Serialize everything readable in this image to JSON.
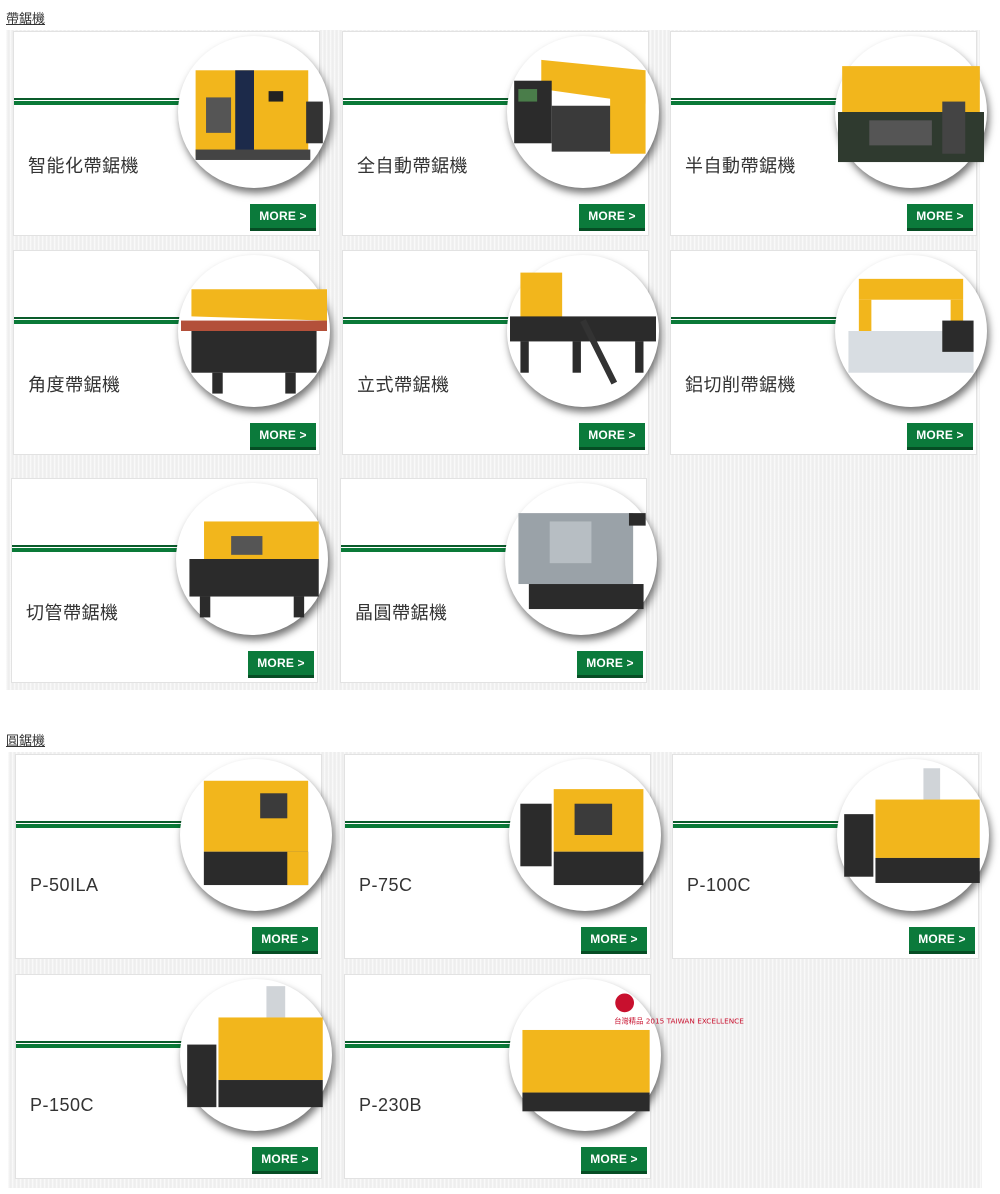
{
  "sections": [
    {
      "title": "帶鋸機",
      "items": [
        {
          "name": "智能化帶鋸機",
          "more": "MORE >",
          "icon": "band-saw-machine-icon"
        },
        {
          "name": "全自動帶鋸機",
          "more": "MORE >",
          "icon": "band-saw-machine-icon"
        },
        {
          "name": "半自動帶鋸機",
          "more": "MORE >",
          "icon": "band-saw-machine-icon"
        },
        {
          "name": "角度帶鋸機",
          "more": "MORE >",
          "icon": "band-saw-machine-icon"
        },
        {
          "name": "立式帶鋸機",
          "more": "MORE >",
          "icon": "band-saw-machine-icon"
        },
        {
          "name": "鋁切削帶鋸機",
          "more": "MORE >",
          "icon": "band-saw-machine-icon"
        },
        {
          "name": "切管帶鋸機",
          "more": "MORE >",
          "icon": "band-saw-machine-icon"
        },
        {
          "name": "晶圓帶鋸機",
          "more": "MORE >",
          "icon": "wafer-saw-machine-icon"
        }
      ]
    },
    {
      "title": "圓鋸機",
      "items": [
        {
          "name": "P-50ILA",
          "more": "MORE >",
          "icon": "circular-saw-machine-icon"
        },
        {
          "name": "P-75C",
          "more": "MORE >",
          "icon": "circular-saw-machine-icon"
        },
        {
          "name": "P-100C",
          "more": "MORE >",
          "icon": "circular-saw-machine-icon"
        },
        {
          "name": "P-150C",
          "more": "MORE >",
          "icon": "circular-saw-machine-icon"
        },
        {
          "name": "P-230B",
          "more": "MORE >",
          "icon": "circular-saw-machine-icon",
          "award_text": "台灣精品 2015 TAIWAN EXCELLENCE"
        }
      ]
    }
  ],
  "colors": {
    "accent": "#0b7a3b",
    "machine_yellow": "#f2b61c",
    "machine_dark": "#2b2b2b"
  }
}
